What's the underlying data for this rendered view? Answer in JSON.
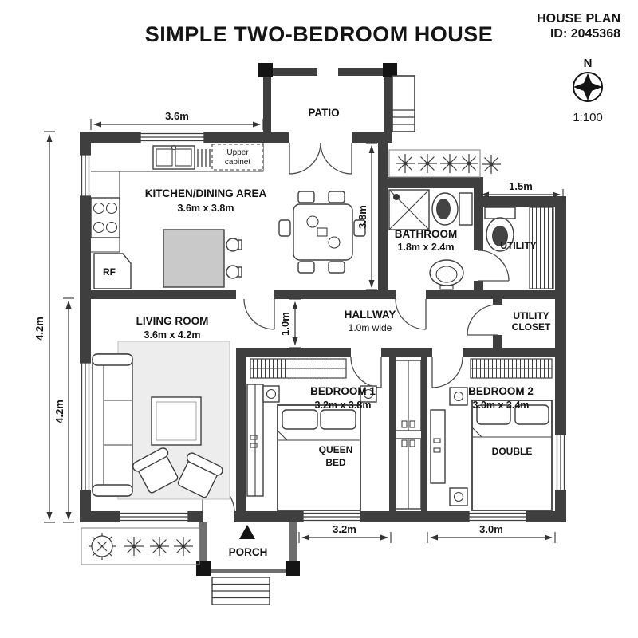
{
  "header": {
    "title": "SIMPLE TWO-BEDROOM HOUSE",
    "plan_label": "HOUSE PLAN",
    "plan_id": "ID: 2045368",
    "north": "N",
    "scale": "1:100"
  },
  "rooms": {
    "patio": "PATIO",
    "kitchen_name": "KITCHEN/DINING AREA",
    "kitchen_dims": "3.6m x 3.8m",
    "bathroom_name": "BATHROOM",
    "bathroom_dims": "1.8m x 2.4m",
    "utility": "UTILITY",
    "utility_closet_line1": "UTILITY",
    "utility_closet_line2": "CLOSET",
    "hallway_name": "HALLWAY",
    "hallway_dims": "1.0m wide",
    "living_name": "LIVING ROOM",
    "living_dims": "3.6m x 4.2m",
    "bedroom1_name": "BEDROOM 1",
    "bedroom1_dims": "3.2m x 3.8m",
    "bedroom2_name": "BEDROOM 2",
    "bedroom2_dims": "3.0m x 3.4m",
    "porch": "PORCH"
  },
  "furniture": {
    "upper_cabinet_line1": "Upper",
    "upper_cabinet_line2": "cabinet",
    "fridge": "RF",
    "bed1_line1": "QUEEN",
    "bed1_line2": "BED",
    "bed2": "DOUBLE"
  },
  "dimensions": {
    "kitchen_width": "3.6m",
    "utility_width": "1.5m",
    "total_height": "4.2m",
    "living_height": "4.2m",
    "kitchen_depth": "3.8m",
    "hallway_width": "1.0m",
    "bedroom1_width": "3.2m",
    "bedroom2_width": "3.0m"
  }
}
